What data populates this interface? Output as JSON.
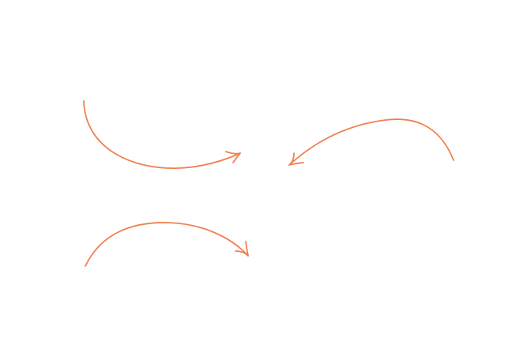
{
  "canvas": {
    "background": "#ffffff",
    "stroke_color": "#f08050"
  },
  "arrows": [
    {
      "name": "curved-arrow-top-left",
      "icon": "curved-arrow-icon"
    },
    {
      "name": "curved-arrow-top-right",
      "icon": "curved-arrow-icon"
    },
    {
      "name": "curved-arrow-bottom-left",
      "icon": "curved-arrow-icon"
    }
  ]
}
